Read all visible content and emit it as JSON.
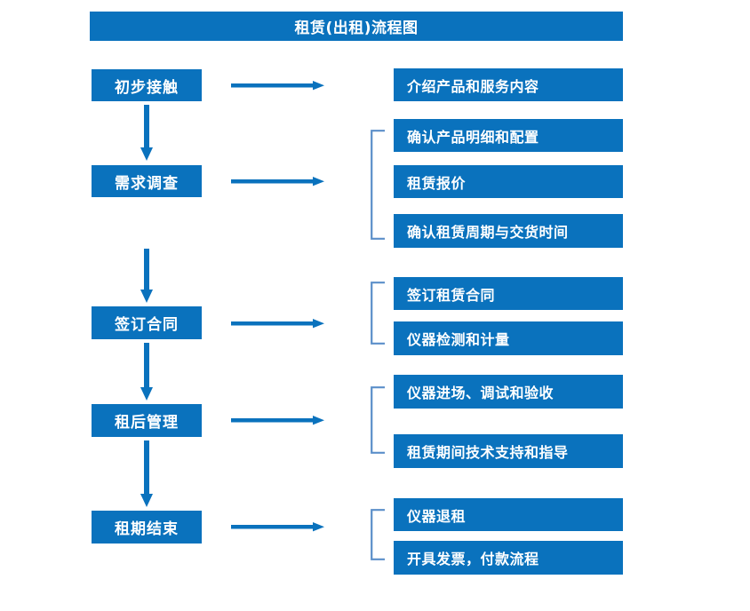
{
  "diagram": {
    "title": "租赁(出租)流程图",
    "accent_color": "#0a72bd",
    "bracket_color": "#5b8fc9",
    "text_color": "#ffffff",
    "background_color": "#ffffff",
    "stages": [
      {
        "label": "初步接触"
      },
      {
        "label": "需求调查"
      },
      {
        "label": "签订合同"
      },
      {
        "label": "租后管理"
      },
      {
        "label": "租期结束"
      }
    ],
    "details": [
      {
        "label": "介绍产品和服务内容"
      },
      {
        "label": "确认产品明细和配置"
      },
      {
        "label": "租赁报价"
      },
      {
        "label": "确认租赁周期与交货时间"
      },
      {
        "label": "签订租赁合同"
      },
      {
        "label": "仪器检测和计量"
      },
      {
        "label": "仪器进场、调试和验收"
      },
      {
        "label": "租赁期间技术支持和指导"
      },
      {
        "label": "仪器退租"
      },
      {
        "label": "开具发票，付款流程"
      }
    ],
    "groups": [
      {
        "detail_indices": [
          1,
          2,
          3
        ]
      },
      {
        "detail_indices": [
          4,
          5
        ]
      },
      {
        "detail_indices": [
          6,
          7
        ]
      },
      {
        "detail_indices": [
          8,
          9
        ]
      }
    ]
  }
}
